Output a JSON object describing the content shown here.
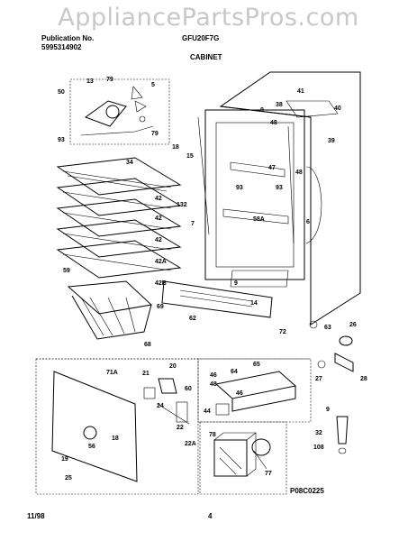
{
  "watermark": "AppliancePartsPros.com",
  "header": {
    "pub_label": "Publication No.",
    "pub_number": "5995314902",
    "model": "GFU20F7G",
    "section": "CABINET"
  },
  "footer": {
    "date": "11/98",
    "page": "4",
    "drawing_code": "P08C0225"
  },
  "labels": [
    "13",
    "79",
    "5",
    "50",
    "79",
    "93",
    "18",
    "15",
    "34",
    "42",
    "42",
    "42",
    "42A",
    "42B",
    "132",
    "7",
    "59",
    "69",
    "68",
    "62",
    "72",
    "14",
    "63",
    "26",
    "27",
    "28",
    "9",
    "32",
    "108",
    "9",
    "9",
    "48",
    "48",
    "41",
    "38",
    "40",
    "39",
    "93",
    "47",
    "93",
    "6",
    "58A",
    "71A",
    "21",
    "20",
    "60",
    "24",
    "22",
    "22A",
    "56",
    "18",
    "19",
    "25",
    "46",
    "64",
    "65",
    "48",
    "46",
    "44",
    "78",
    "77"
  ]
}
